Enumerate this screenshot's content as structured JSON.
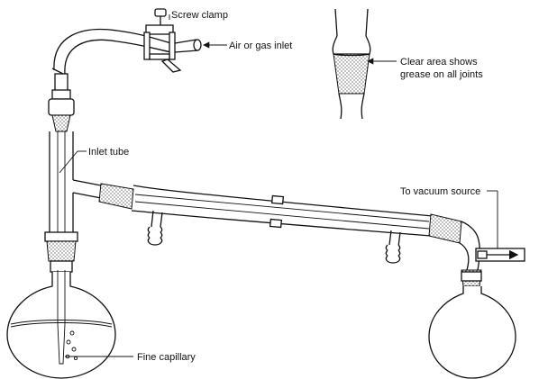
{
  "labels": {
    "screw_clamp": "Screw clamp",
    "air_inlet": "Air or gas inlet",
    "clear_area_line1": "Clear area shows",
    "clear_area_line2": "grease on all joints",
    "inlet_tube": "Inlet tube",
    "vacuum": "To vacuum source",
    "fine_capillary": "Fine capillary"
  }
}
